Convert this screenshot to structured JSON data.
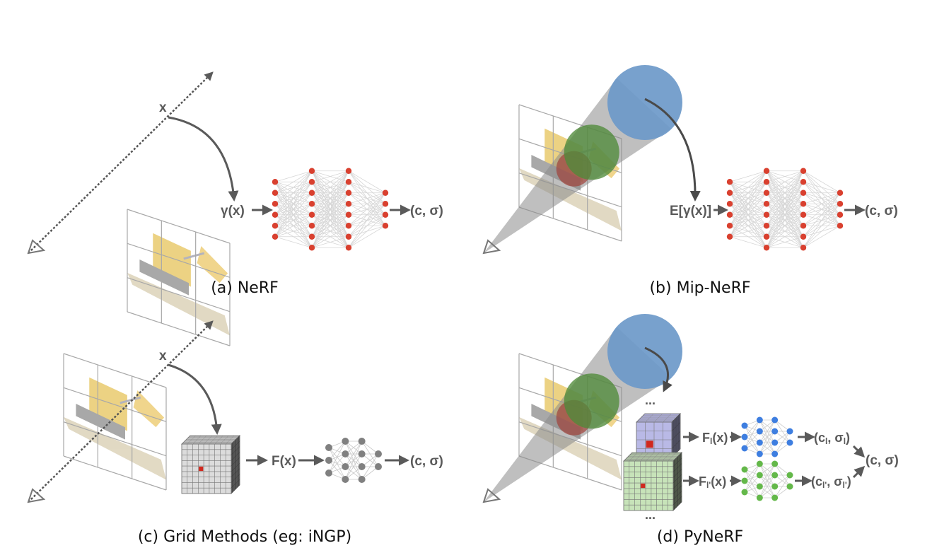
{
  "figure": {
    "panels": [
      {
        "id": "a",
        "caption": "(a) NeRF",
        "point_label": "x",
        "input_label": "γ(x)",
        "output_label": "(c, σ)",
        "sampling": "ray-point",
        "network": {
          "layers": [
            6,
            8,
            8,
            4
          ],
          "node_color": "#d9402f"
        }
      },
      {
        "id": "b",
        "caption": "(b) Mip-NeRF",
        "input_label": "E[γ(x)]",
        "output_label": "(c, σ)",
        "sampling": "cone-frustums",
        "frustum_colors": [
          "#a0413a",
          "#4f8a3a",
          "#6d99c9"
        ],
        "network": {
          "layers": [
            6,
            8,
            8,
            4
          ],
          "node_color": "#d9402f"
        }
      },
      {
        "id": "c",
        "caption": "(c) Grid Methods (eg: iNGP)",
        "point_label": "x",
        "feature_label": "F(x)",
        "output_label": "(c, σ)",
        "sampling": "ray-point",
        "grid": {
          "resolution": 9,
          "color": "#dcdcdc",
          "highlight": "#d0281e"
        },
        "network": {
          "layers": [
            3,
            4,
            4,
            2
          ],
          "node_color": "#808080"
        }
      },
      {
        "id": "d",
        "caption": "(d) PyNeRF",
        "sampling": "cone-frustums",
        "frustum_colors": [
          "#a0413a",
          "#4f8a3a",
          "#6d99c9"
        ],
        "ellipsis": "...",
        "final_output_label": "(c, σ)",
        "levels": [
          {
            "feature_label_main": "F",
            "feature_label_sub": "l",
            "feature_label_tail": "(x)",
            "output_label_main": "(c",
            "output_label_sub": "l",
            "output_label_mid": ", σ",
            "output_label_tail": ")",
            "grid": {
              "resolution": 4,
              "color": "#b9b9e6",
              "highlight": "#d0281e"
            },
            "network": {
              "layers": [
                3,
                4,
                4,
                2
              ],
              "node_color": "#3e7ee0"
            }
          },
          {
            "feature_label_main": "F",
            "feature_label_sub": "l'",
            "feature_label_tail": "(x)",
            "output_label_main": "(c",
            "output_label_sub": "l'",
            "output_label_mid": ", σ",
            "output_label_tail": ")",
            "grid": {
              "resolution": 9,
              "color": "#c7e3b9",
              "highlight": "#d0281e"
            },
            "network": {
              "layers": [
                3,
                4,
                4,
                2
              ],
              "node_color": "#64b84a"
            }
          }
        ]
      }
    ]
  }
}
